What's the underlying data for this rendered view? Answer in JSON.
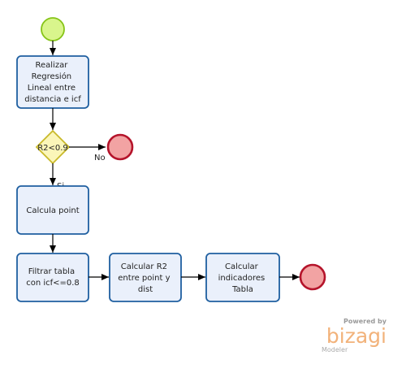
{
  "diagram": {
    "tasks": {
      "regresion": [
        "Realizar",
        "Regresión",
        "Lineal entre",
        "distancia  e icf"
      ],
      "point": [
        "Calcula point"
      ],
      "filtrar": [
        "Filtrar tabla",
        "con icf<=0.8"
      ],
      "r2": [
        "Calcular R2",
        "entre point y",
        "dist"
      ],
      "indicadores": [
        "Calcular",
        "indicadores",
        "Tabla"
      ]
    },
    "gateway": {
      "label": "R2<0.9"
    },
    "flows": {
      "no_label": "No",
      "si_label": "Si"
    }
  },
  "watermark": {
    "powered": "Powered by",
    "brand": "bizagi",
    "product": "Modeler"
  },
  "colors": {
    "start_fill": "#d9f58c",
    "start_stroke": "#86c417",
    "end_fill": "#f2a3a3",
    "end_stroke": "#b5142b",
    "task_fill": "#eaf0fb",
    "task_stroke": "#1f5fa0",
    "gateway_fill": "#fbf6b9",
    "gateway_stroke": "#c9b92a"
  }
}
